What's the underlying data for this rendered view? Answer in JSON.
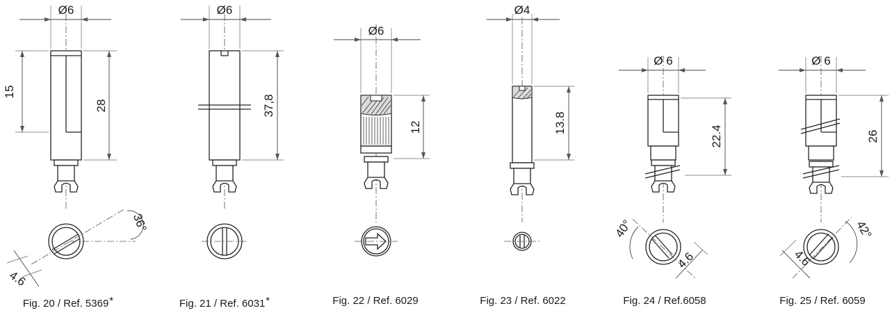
{
  "figures": [
    {
      "caption": "Fig. 20 / Ref. 5369",
      "asterisk": "*",
      "diameter": "Ø6",
      "dims": [
        "15",
        "28"
      ],
      "angle": "36°",
      "width": "4.6"
    },
    {
      "caption": "Fig. 21 / Ref. 6031",
      "asterisk": "*",
      "diameter": "Ø6",
      "dims": [
        "37,8"
      ]
    },
    {
      "caption": "Fig. 22 / Ref. 6029",
      "diameter": "Ø6",
      "dims": [
        "12"
      ]
    },
    {
      "caption": "Fig. 23 / Ref. 6022",
      "diameter": "Ø4",
      "dims": [
        "13.8"
      ]
    },
    {
      "caption": "Fig. 24 / Ref.6058",
      "diameter": "Ø 6",
      "dims": [
        "22.4"
      ],
      "angle": "40°",
      "width": "4.6"
    },
    {
      "caption": "Fig. 25  / Ref. 6059",
      "diameter": "Ø 6",
      "dims": [
        "26"
      ],
      "angle": "42°",
      "width": "4.6"
    }
  ]
}
